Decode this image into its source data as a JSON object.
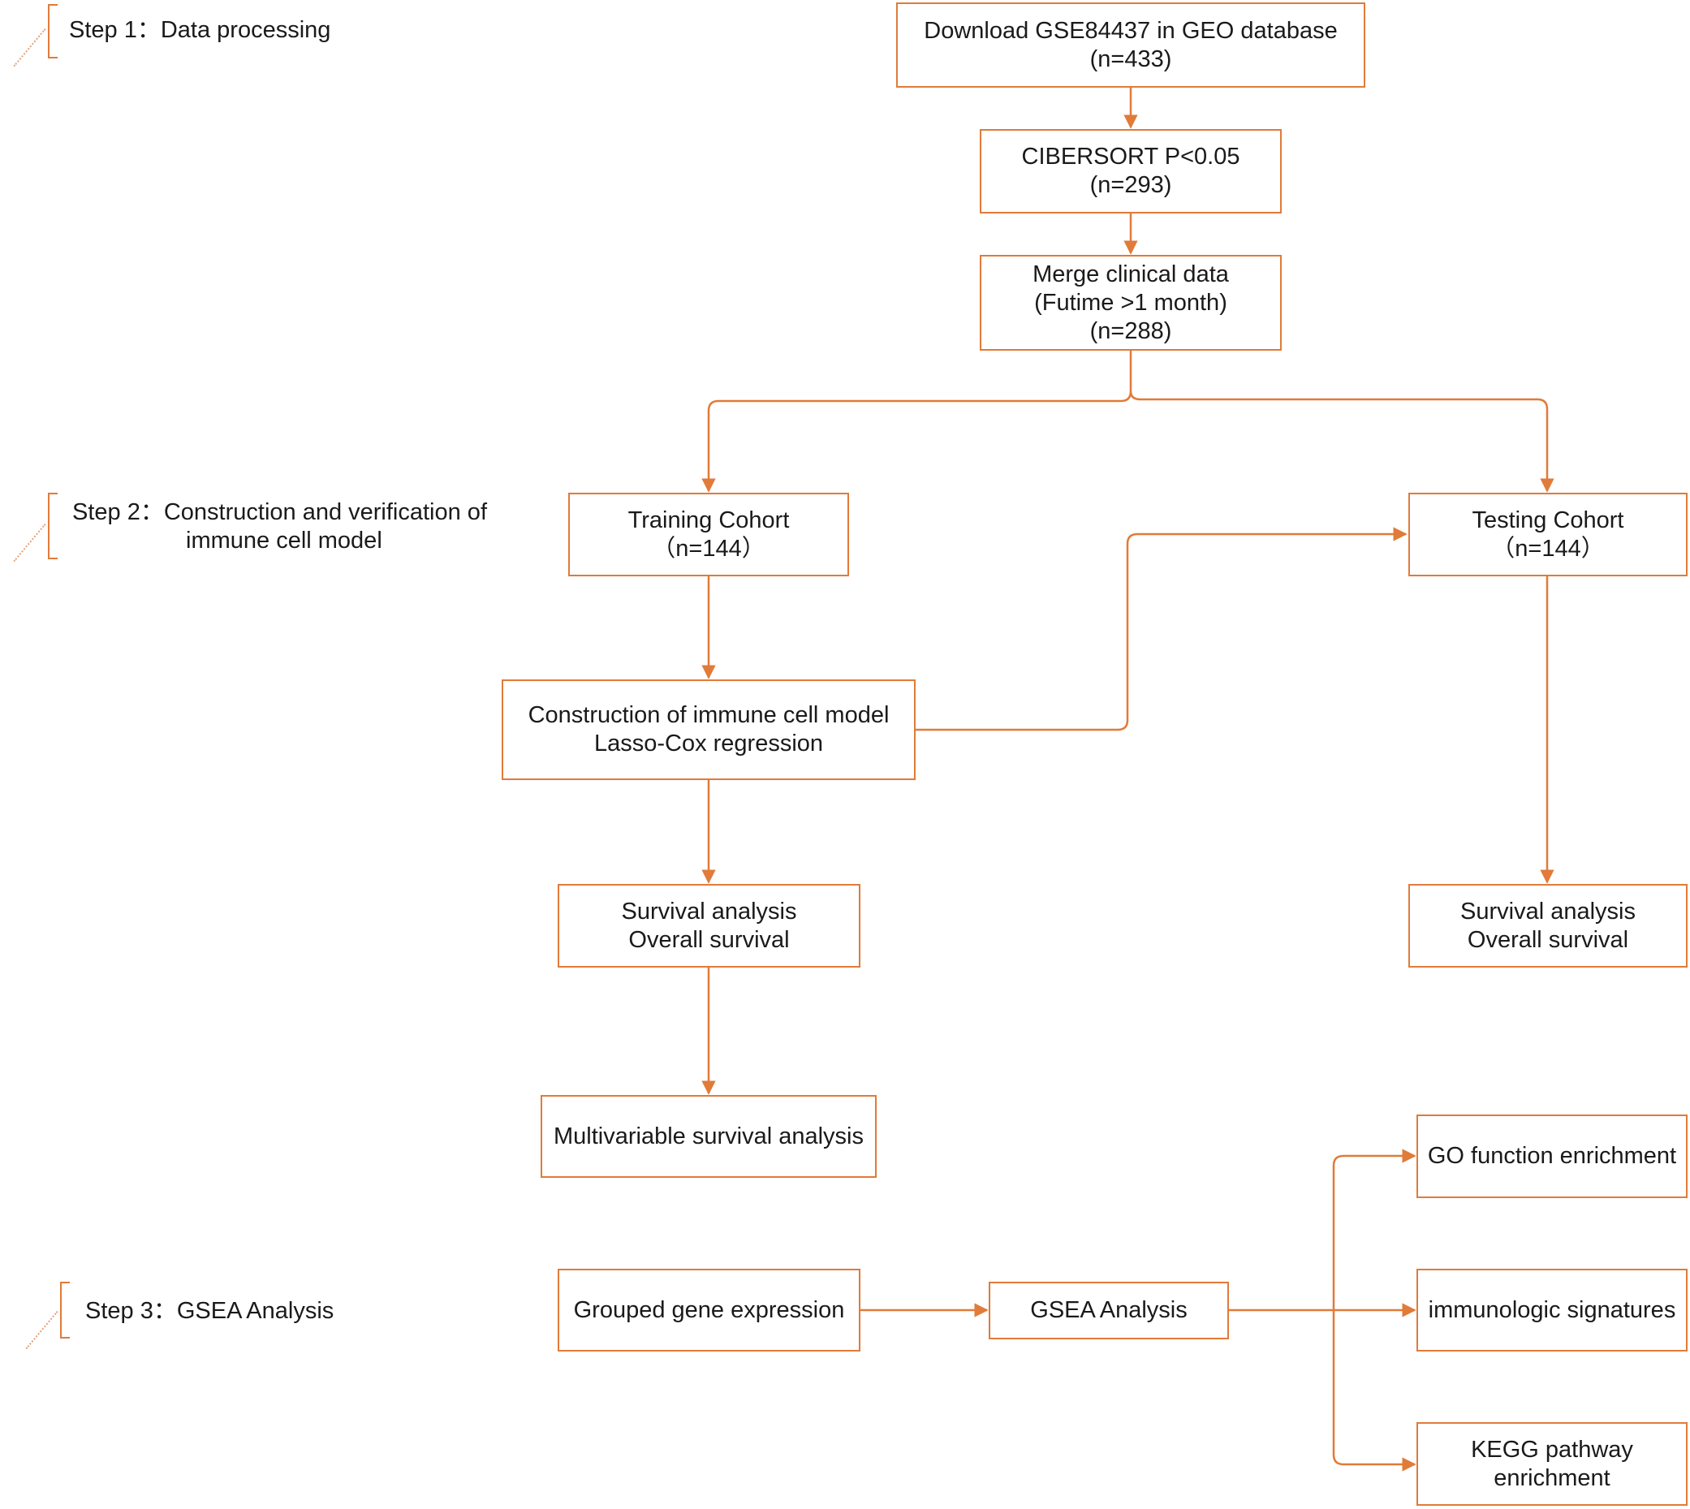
{
  "steps": {
    "step1": "Step 1：Data processing",
    "step2_line1": "Step 2：Construction and  verification of",
    "step2_line2": "immune cell model",
    "step3": "Step 3：GSEA Analysis"
  },
  "nodes": {
    "download": {
      "line1": "Download GSE84437 in GEO database",
      "line2": "(n=433)"
    },
    "cibersort": {
      "line1": "CIBERSORT   P<0.05",
      "line2": "(n=293)"
    },
    "merge": {
      "line1": "Merge clinical data",
      "line2": "(Futime >1 month)",
      "line3": "(n=288)"
    },
    "training": {
      "line1": "Training Cohort",
      "line2": "（n=144）"
    },
    "testing": {
      "line1": "Testing Cohort",
      "line2": "（n=144）"
    },
    "construction": {
      "line1": "Construction of immune cell model",
      "line2": "Lasso-Cox regression"
    },
    "survival_train": {
      "line1": "Survival analysis",
      "line2": "Overall survival"
    },
    "survival_test": {
      "line1": "Survival analysis",
      "line2": "Overall survival"
    },
    "multivariable": {
      "line1": "Multivariable survival analysis"
    },
    "grouped": {
      "line1": "Grouped gene expression"
    },
    "gsea": {
      "line1": "GSEA Analysis"
    },
    "go": {
      "line1": "GO function enrichment"
    },
    "immuno": {
      "line1": "immunologic signatures"
    },
    "kegg": {
      "line1": "KEGG pathway",
      "line2": "enrichment"
    }
  },
  "colors": {
    "accent": "#e07b39",
    "text": "#1a1a1a"
  }
}
